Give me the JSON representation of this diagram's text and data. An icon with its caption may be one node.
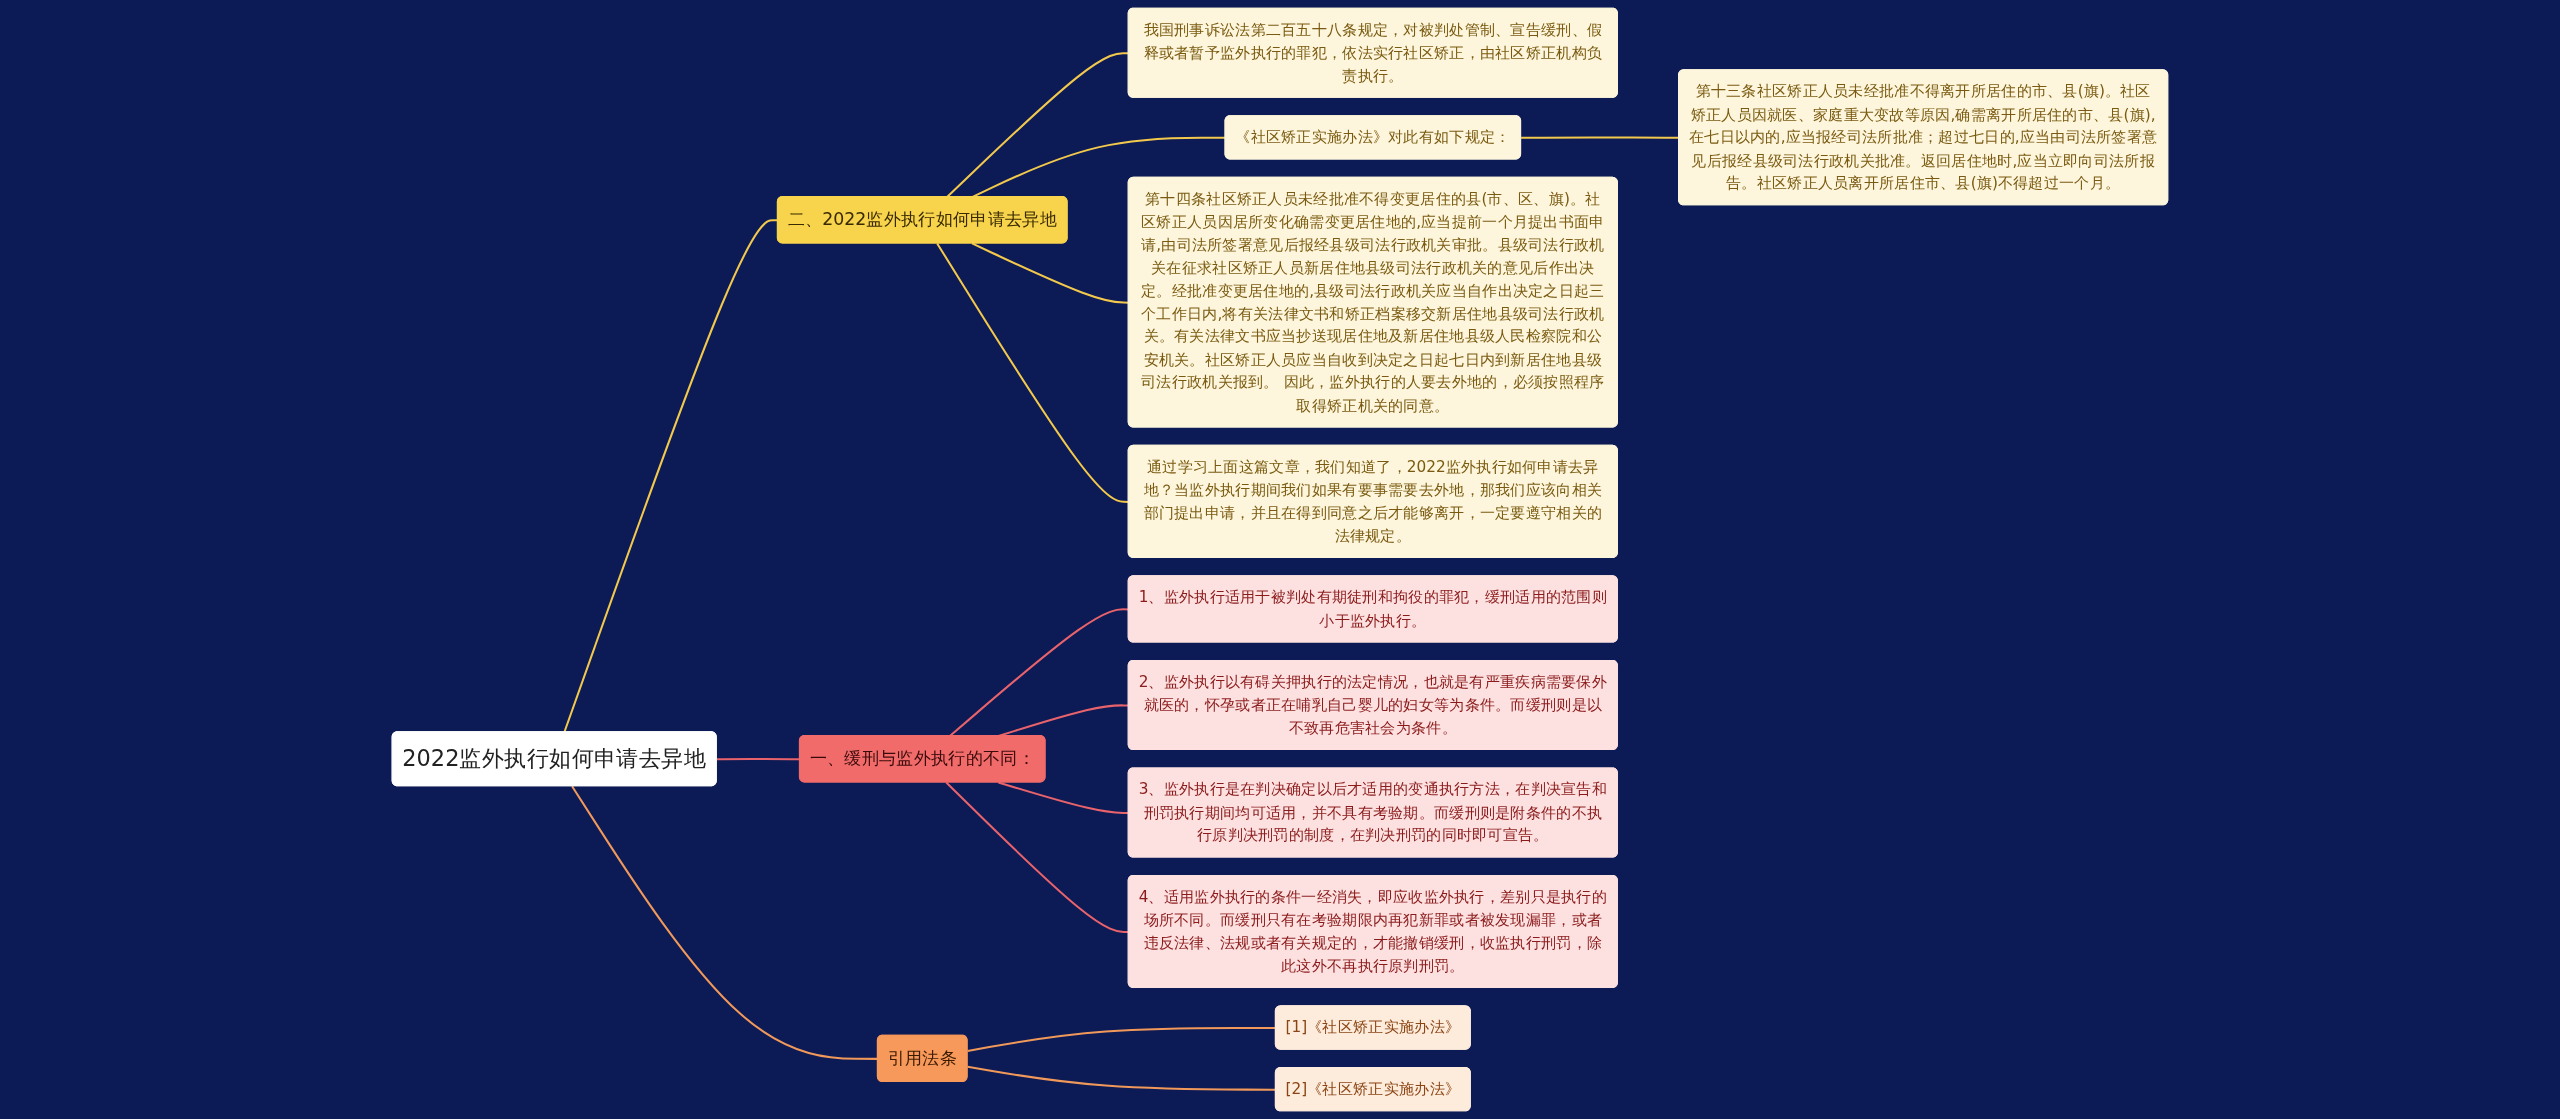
{
  "diagram": {
    "nodes": [
      {
        "text": [
          "2022监外执行如何申请去异地"
        ]
      },
      {
        "text": [
          "二、2022监外执行如何申请去异地"
        ]
      },
      {
        "text": [
          "我国刑事诉讼法第二百五十八条规定，对被判处管制、宣告缓刑、假释或者暂予监外执行的罪犯，依法实行社区矫正，由社区矫正机构负责执行。"
        ]
      },
      {
        "text": [
          "《社区矫正实施办法》对此有如下规定："
        ]
      },
      {
        "text": [
          "第十三条社区矫正人员未经批准不得离开所居住的市、县(旗)。社区矫正人员因就医、家庭重大变故等原因,确需离开所居住的市、县(旗),在七日以内的,应当报经司法所批准；超过七日的,应当由司法所签署意见后报经县级司法行政机关批准。返回居住地时,应当立即向司法所报告。社区矫正人员离开所居住市、县(旗)不得超过一个月。"
        ]
      },
      {
        "text": [
          "第十四条社区矫正人员未经批准不得变更居住的县(市、区、旗)。社区矫正人员因居所变化确需变更居住地的,应当提前一个月提出书面申请,由司法所签署意见后报经县级司法行政机关审批。县级司法行政机关在征求社区矫正人员新居住地县级司法行政机关的意见后作出决定。经批准变更居住地的,县级司法行政机关应当自作出决定之日起三个工作日内,将有关法律文书和矫正档案移交新居住地县级司法行政机关。有关法律文书应当抄送现居住地及新居住地县级人民检察院和公安机关。社区矫正人员应当自收到决定之日起七日内到新居住地县级司法行政机关报到。 因此，监外执行的人要去外地的，必须按照程序取得矫正机关的同意。"
        ]
      },
      {
        "text": [
          "通过学习上面这篇文章，我们知道了，2022监外执行如何申请去异地？当监外执行期间我们如果有要事需要去外地，那我们应该向相关部门提出申请，并且在得到同意之后才能够离开，一定要遵守相关的法律规定。"
        ]
      },
      {
        "text": [
          "一、缓刑与监外执行的不同："
        ]
      },
      {
        "text": [
          "1、监外执行适用于被判处有期徒刑和拘役的罪犯，缓刑适用的范围则小于监外执行。"
        ]
      },
      {
        "text": [
          "2、监外执行以有碍关押执行的法定情况，也就是有严重疾病需要保外就医的，怀孕或者正在哺乳自己婴儿的妇女等为条件。而缓刑则是以不致再危害社会为条件。"
        ]
      },
      {
        "text": [
          "3、监外执行是在判决确定以后才适用的变通执行方法，在判决宣告和刑罚执行期间均可适用，并不具有考验期。而缓刑则是附条件的不执行原判决刑罚的制度，在判决刑罚的同时即可宣告。"
        ]
      },
      {
        "text": [
          "4、适用监外执行的条件一经消失，即应收监外执行，差别只是执行的场所不同。而缓刑只有在考验期限内再犯新罪或者被发现漏罪，或者违反法律、法规或者有关规定的，才能撤销缓刑，收监执行刑罚，除此这外不再执行原判刑罚。"
        ]
      },
      {
        "text": [
          "引用法条"
        ]
      },
      {
        "text": [
          "[1]《社区矫正实施办法》"
        ]
      },
      {
        "text": [
          "[2]《社区矫正实施办法》"
        ]
      }
    ],
    "edges": [
      {
        "from": 0,
        "to": 1,
        "arrow": "none",
        "color": "#f2c94c"
      },
      {
        "from": 1,
        "to": 2,
        "arrow": "none",
        "color": "#f2c94c"
      },
      {
        "from": 1,
        "to": 3,
        "arrow": "none",
        "color": "#f2c94c"
      },
      {
        "from": 3,
        "to": 4,
        "arrow": "none",
        "color": "#f2c94c"
      },
      {
        "from": 1,
        "to": 5,
        "arrow": "none",
        "color": "#f2c94c"
      },
      {
        "from": 1,
        "to": 6,
        "arrow": "none",
        "color": "#f2c94c"
      },
      {
        "from": 0,
        "to": 7,
        "arrow": "none",
        "color": "#e8636b"
      },
      {
        "from": 7,
        "to": 8,
        "arrow": "none",
        "color": "#e8636b"
      },
      {
        "from": 7,
        "to": 9,
        "arrow": "none",
        "color": "#e8636b"
      },
      {
        "from": 7,
        "to": 10,
        "arrow": "none",
        "color": "#e8636b"
      },
      {
        "from": 7,
        "to": 11,
        "arrow": "none",
        "color": "#e8636b"
      },
      {
        "from": 0,
        "to": 12,
        "arrow": "none",
        "color": "#f0995a"
      },
      {
        "from": 12,
        "to": 13,
        "arrow": "none",
        "color": "#f0995a"
      },
      {
        "from": 12,
        "to": 14,
        "arrow": "none",
        "color": "#f0995a"
      }
    ]
  }
}
